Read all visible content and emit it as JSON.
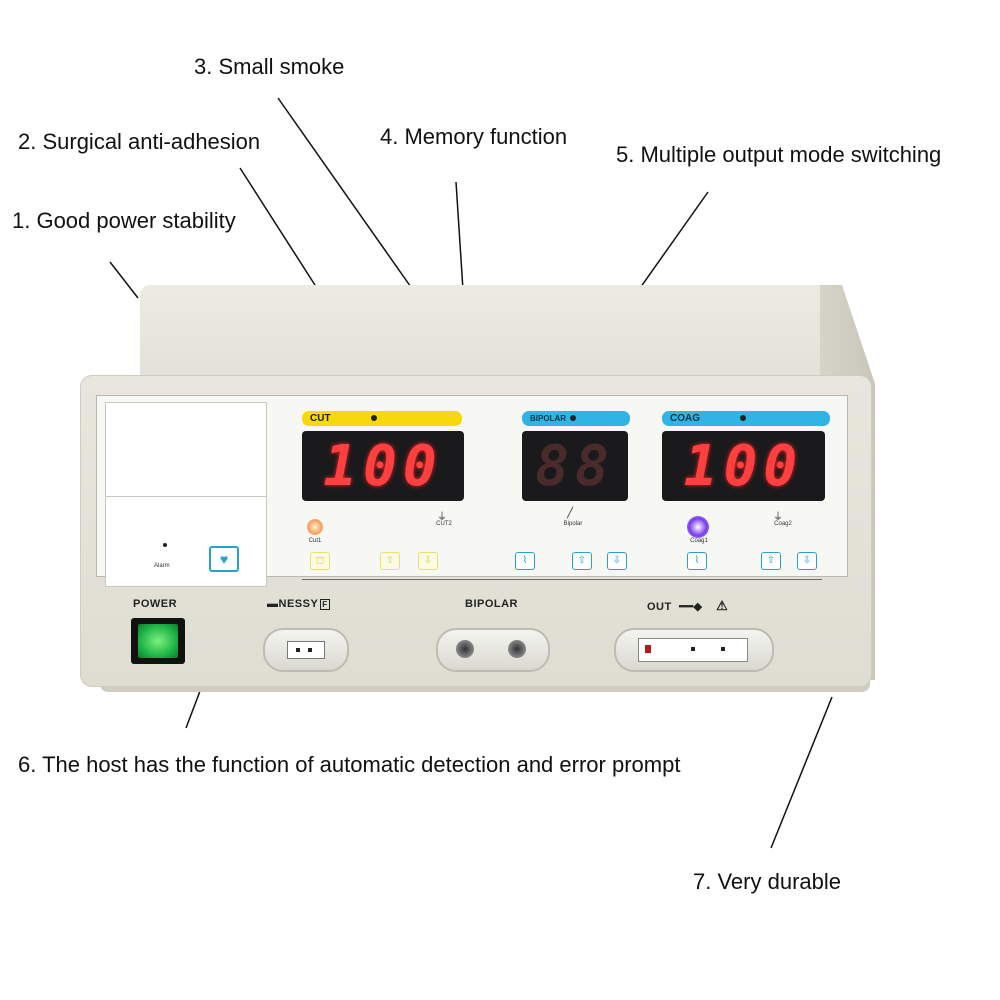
{
  "callouts": [
    "1. Good power stability",
    "2. Surgical anti-adhesion",
    "3. Small smoke",
    "4. Memory function",
    "5. Multiple output mode switching",
    "6. The host has the function of automatic detection and error prompt",
    "7. Very durable"
  ],
  "device": {
    "panel": {
      "alarm_label": "Alarm",
      "cut_title": "CUT",
      "bipolar_title": "BIPOLAR",
      "coag_title": "COAG",
      "cut_display": "100",
      "bipolar_display": "88",
      "coag_display": "100",
      "modes": {
        "cut1": "Cut1",
        "cut2": "CUT2",
        "bipolar": "Bipolar",
        "coag1": "Coag1",
        "coag2": "Coag2"
      },
      "indicator_colors": {
        "cut1": "#f5a060",
        "coag1": "#7a3cf0"
      }
    },
    "front_labels": {
      "power": "POWER",
      "nessy": "NESSY",
      "bipolar": "BIPOLAR",
      "out": "OUT"
    },
    "power_lamp_color": "#21b84a"
  }
}
